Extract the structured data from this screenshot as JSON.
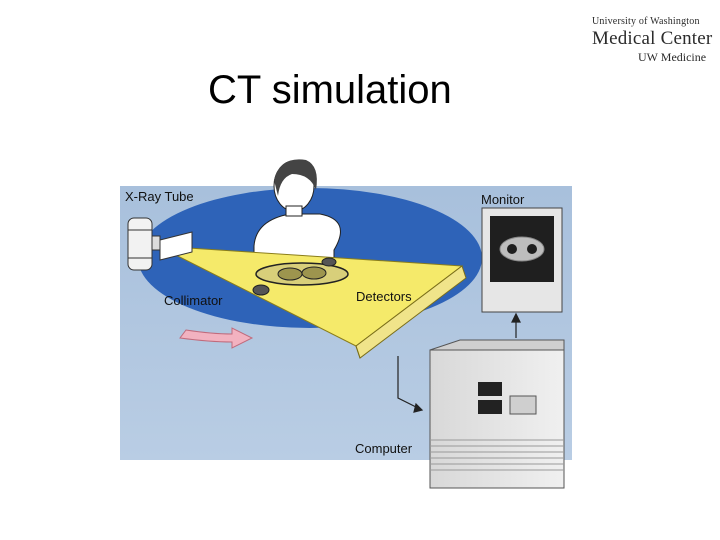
{
  "logo": {
    "line1": "University of Washington",
    "line2": "Medical Center",
    "line3": "UW Medicine"
  },
  "title": "CT simulation",
  "diagram": {
    "labels": {
      "xray_tube": "X-Ray Tube",
      "collimator": "Collimator",
      "detectors": "Detectors",
      "monitor": "Monitor",
      "computer": "Computer"
    }
  }
}
